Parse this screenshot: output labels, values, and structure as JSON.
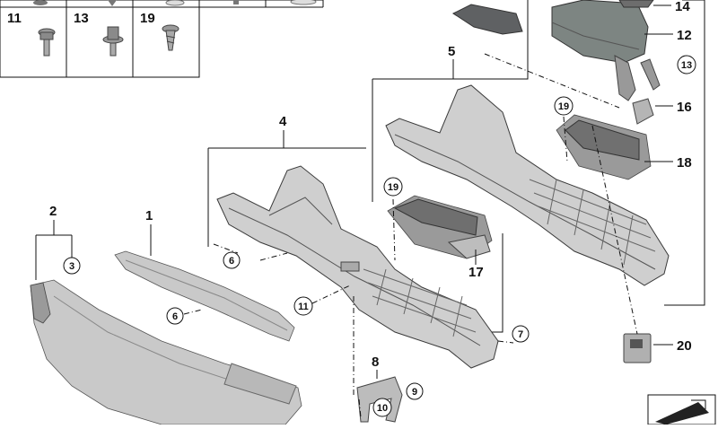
{
  "legend": {
    "cells": [
      {
        "number": "11",
        "icon": "bolt-icon"
      },
      {
        "number": "13",
        "icon": "nut-bolt-icon"
      },
      {
        "number": "19",
        "icon": "screw-icon"
      }
    ]
  },
  "callouts": {
    "c1": "1",
    "c2": "2",
    "c3": "3",
    "c4": "4",
    "c5": "5",
    "c6a": "6",
    "c6b": "6",
    "c7": "7",
    "c8": "8",
    "c9": "9",
    "c10": "10",
    "c11": "11",
    "c12": "12",
    "c13": "13",
    "c14": "14",
    "c16": "16",
    "c17": "17",
    "c18": "18",
    "c19a": "19",
    "c19b": "19",
    "c20": "20"
  },
  "colors": {
    "part_fill": "#c9c9c9",
    "part_dark": "#9a9a9a",
    "line": "#111111"
  }
}
